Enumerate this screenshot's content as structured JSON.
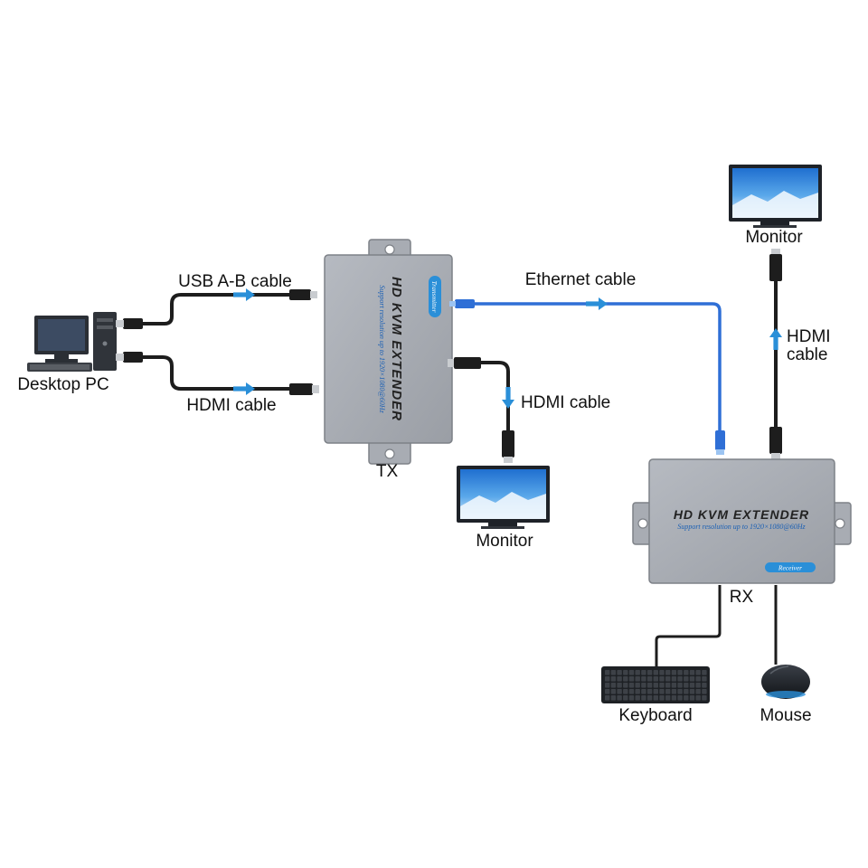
{
  "colors": {
    "cable": "#1d1d1d",
    "ethernet": "#2f6fd6",
    "arrow": "#2a8fd8",
    "device_body": "#a8acb3",
    "device_edge": "#7d8187",
    "badge": "#2a8fd8",
    "device_text": "#1a5fb4"
  },
  "labels": {
    "usb_cable": "USB A-B cable",
    "hdmi_cable_in": "HDMI cable",
    "desktop_pc": "Desktop PC",
    "tx": "TX",
    "ethernet_cable": "Ethernet cable",
    "hdmi_cable_local": "HDMI cable",
    "monitor_local": "Monitor",
    "monitor_remote": "Monitor",
    "hdmi_cable_remote_line1": "HDMI",
    "hdmi_cable_remote_line2": "cable",
    "rx": "RX",
    "keyboard": "Keyboard",
    "mouse": "Mouse"
  },
  "devices": {
    "title": "HD KVM EXTENDER",
    "subtitle": "Support resolution up to 1920×1080@60Hz",
    "tx_badge": "Transmitter",
    "rx_badge": "Receiver"
  },
  "icons": {
    "pc": "desktop-pc-icon",
    "monitor": "monitor-icon",
    "keyboard": "keyboard-icon",
    "mouse": "mouse-icon",
    "arrow": "flow-arrow-icon"
  }
}
